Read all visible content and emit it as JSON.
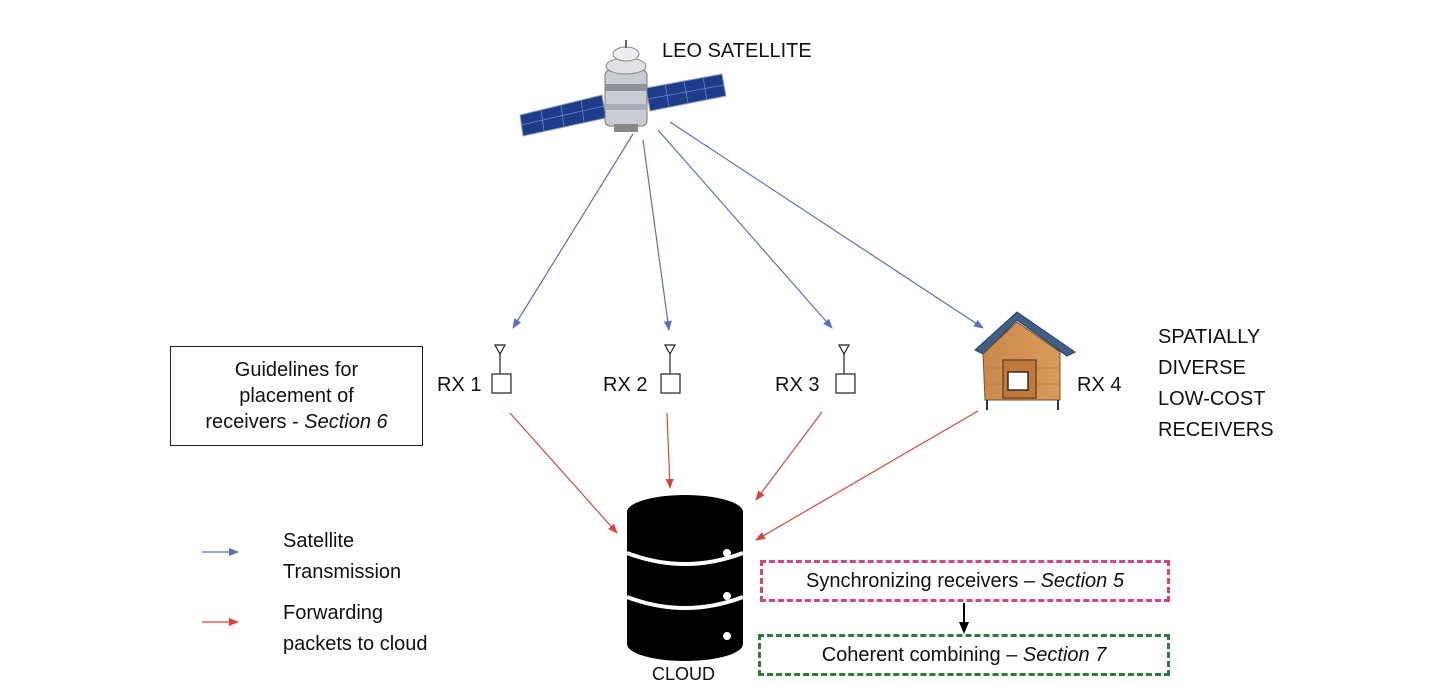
{
  "satellite": {
    "label": "LEO SATELLITE",
    "icon": "satellite-icon"
  },
  "receivers": [
    {
      "label": "RX 1",
      "icon": "antenna-icon"
    },
    {
      "label": "RX 2",
      "icon": "antenna-icon"
    },
    {
      "label": "RX 3",
      "icon": "antenna-icon"
    },
    {
      "label": "RX 4",
      "icon": "house-icon"
    }
  ],
  "right_label": [
    "SPATIALLY",
    "DIVERSE",
    "LOW-COST",
    "RECEIVERS"
  ],
  "guidelines": {
    "line1": "Guidelines for",
    "line2": "placement of",
    "line3": "receivers - ",
    "section": "Section 6"
  },
  "cloud": {
    "label": "CLOUD",
    "icon": "database-icon"
  },
  "sync_box": {
    "text": "Synchronizing receivers – ",
    "section": "Section 5",
    "border_color": "#d6437f"
  },
  "coherent_box": {
    "text": "Coherent combining – ",
    "section": "Section 7",
    "border_color": "#2f7a3a"
  },
  "legend": [
    {
      "line1": "Satellite",
      "line2": "Transmission",
      "color": "#5b6fbf"
    },
    {
      "line1": "Forwarding",
      "line2": "packets to cloud",
      "color": "#d9453c"
    }
  ]
}
